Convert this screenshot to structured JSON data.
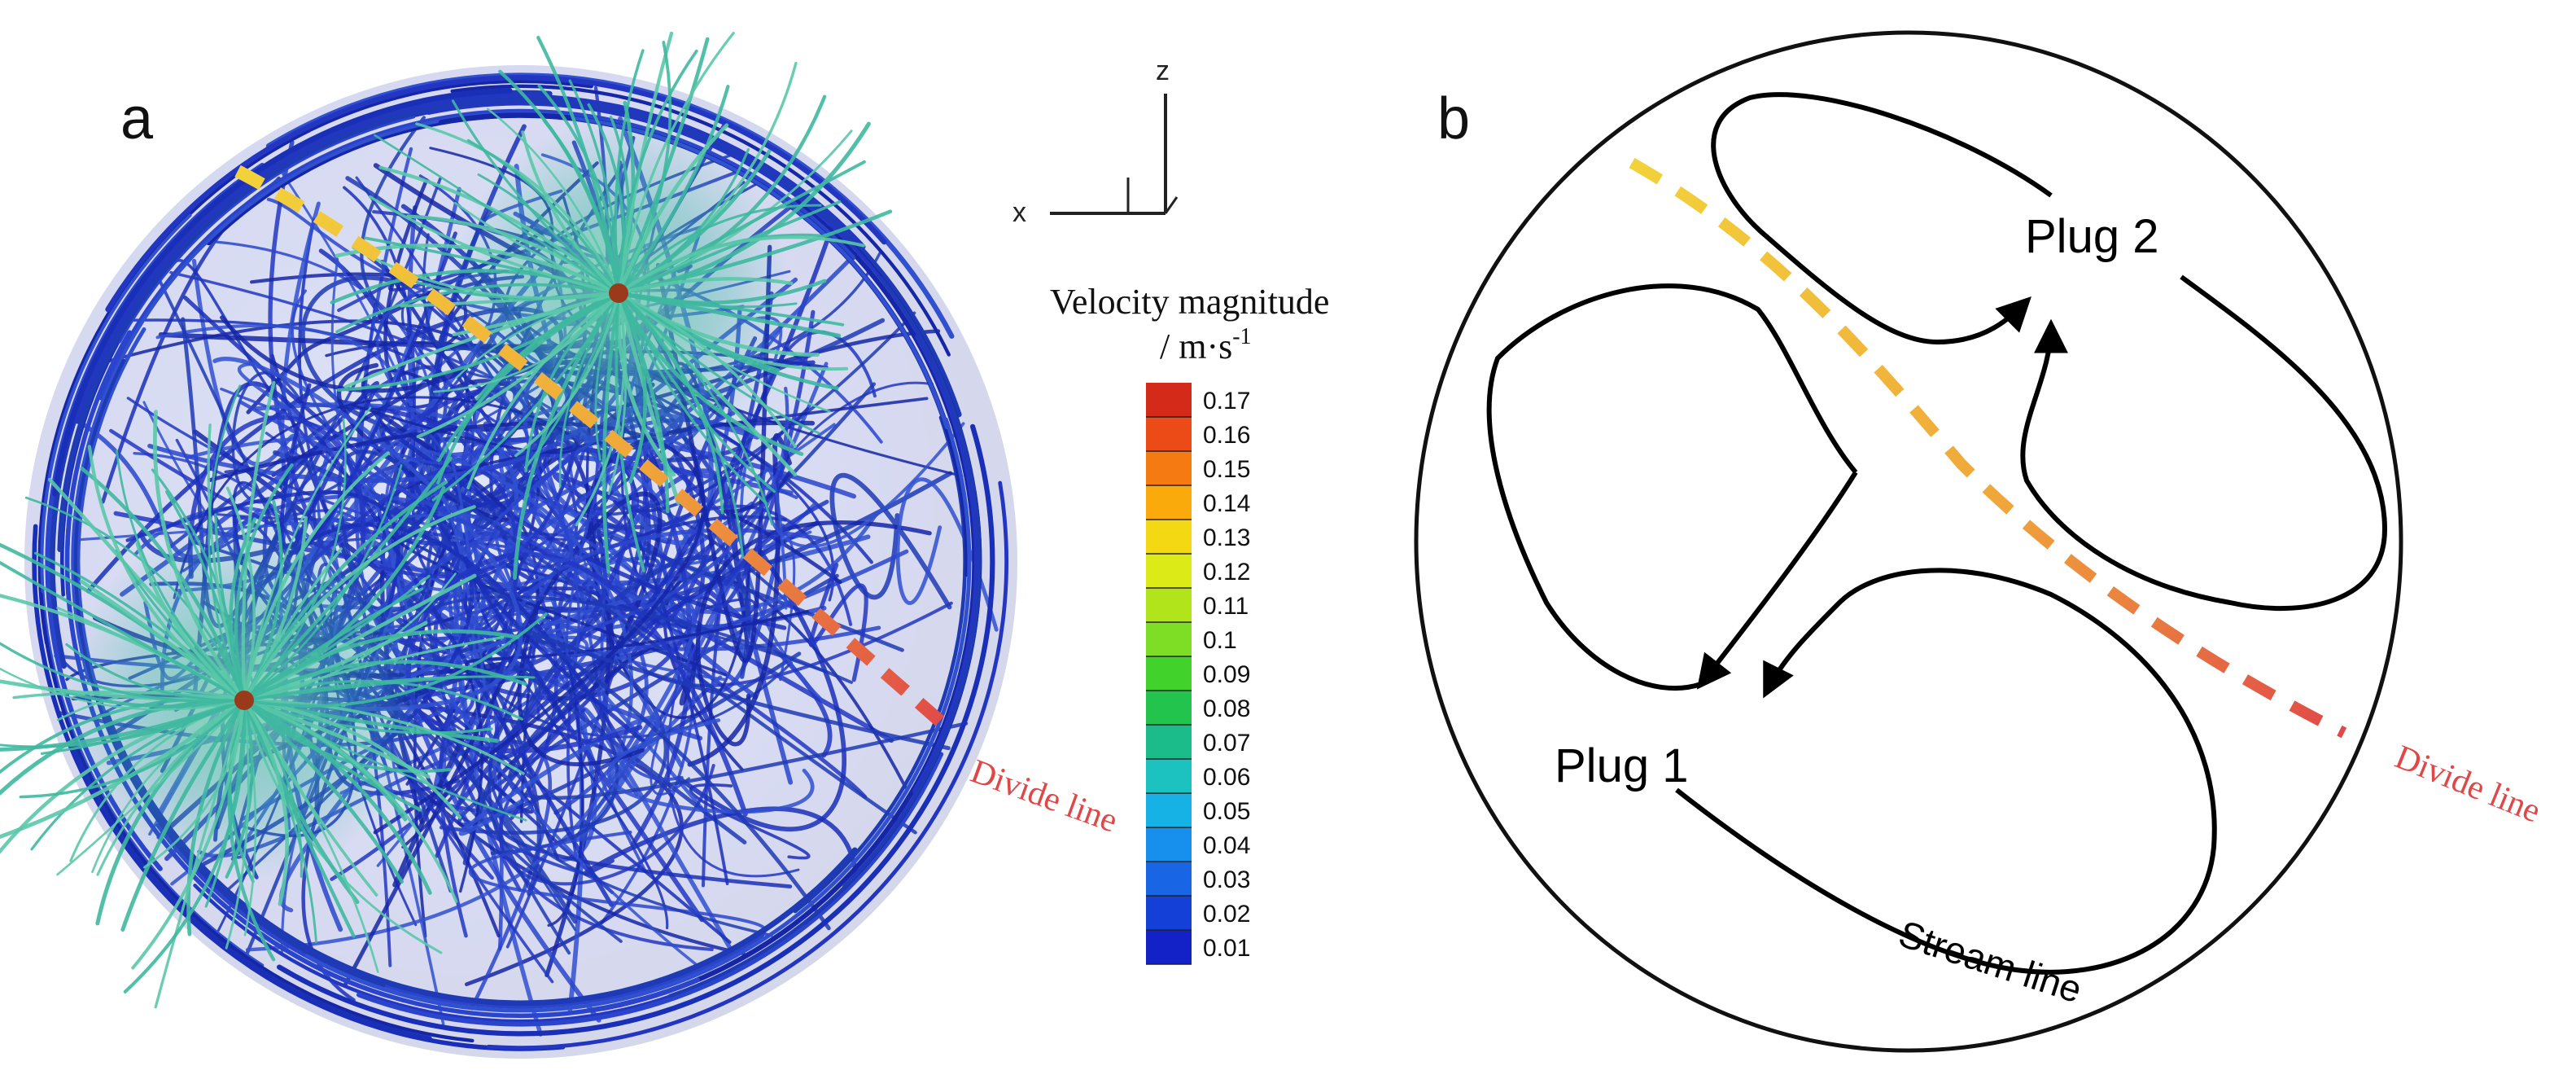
{
  "panel_a": {
    "letter": "a",
    "axes": {
      "z": "z",
      "x": "x"
    },
    "divide_line_label": "Divide line",
    "colorbar": {
      "title": "Velocity magnitude",
      "unit": "/ m·s",
      "unit_exp": "-1",
      "ticks": [
        "0.17",
        "0.16",
        "0.15",
        "0.14",
        "0.13",
        "0.12",
        "0.11",
        "0.1",
        "0.09",
        "0.08",
        "0.07",
        "0.06",
        "0.05",
        "0.04",
        "0.03",
        "0.02",
        "0.01"
      ],
      "colors": [
        "#d42a1a",
        "#ec4a16",
        "#f57a12",
        "#fbaa0c",
        "#f4d814",
        "#dcea18",
        "#b2e41c",
        "#7ede26",
        "#42d22c",
        "#22c44e",
        "#1cbc8a",
        "#1cc2c0",
        "#16b2e6",
        "#1690ec",
        "#1866e6",
        "#1440d8",
        "#1222c6"
      ]
    },
    "colors": {
      "streamline_low": "#1a2fb8",
      "streamline_high": "#3fb8a0",
      "divide_line_gradient": [
        "#f2d23a",
        "#f0a63a",
        "#e04848"
      ]
    }
  },
  "panel_b": {
    "letter": "b",
    "plug_1": "Plug 1",
    "plug_2": "Plug 2",
    "stream_line_label": "Stream line",
    "divide_line_label": "Divide line"
  }
}
